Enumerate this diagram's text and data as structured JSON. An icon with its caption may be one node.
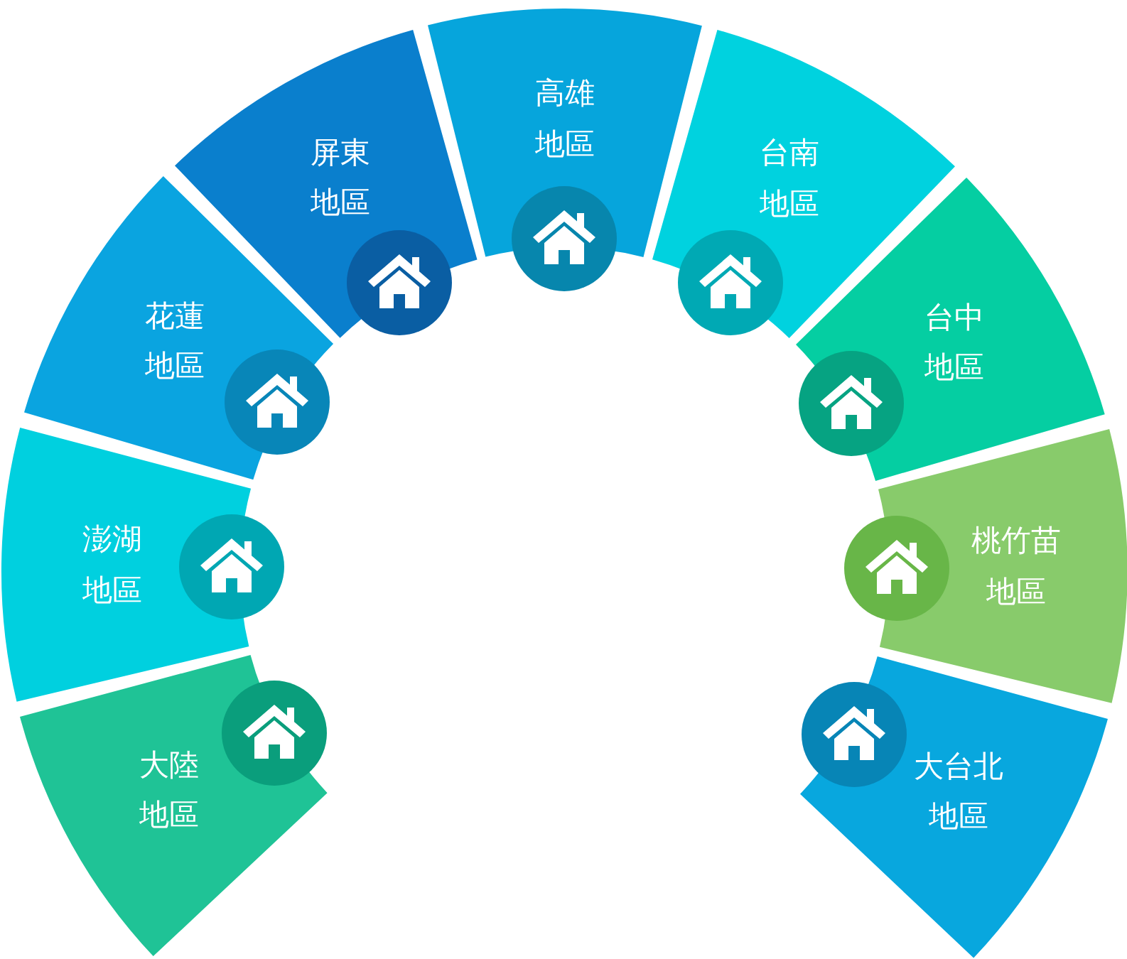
{
  "diagram": {
    "nodes": [
      {
        "text": [
          "大陸地區"
        ]
      },
      {
        "text": [
          "澎湖地區"
        ]
      },
      {
        "text": [
          "花蓮地區"
        ]
      },
      {
        "text": [
          "屏東地區"
        ]
      },
      {
        "text": [
          "高雄地區"
        ]
      },
      {
        "text": [
          "台南地區"
        ]
      },
      {
        "text": [
          "台中地區"
        ]
      },
      {
        "text": [
          "桃竹苗地區"
        ]
      },
      {
        "text": [
          "大台北地區"
        ]
      }
    ]
  }
}
